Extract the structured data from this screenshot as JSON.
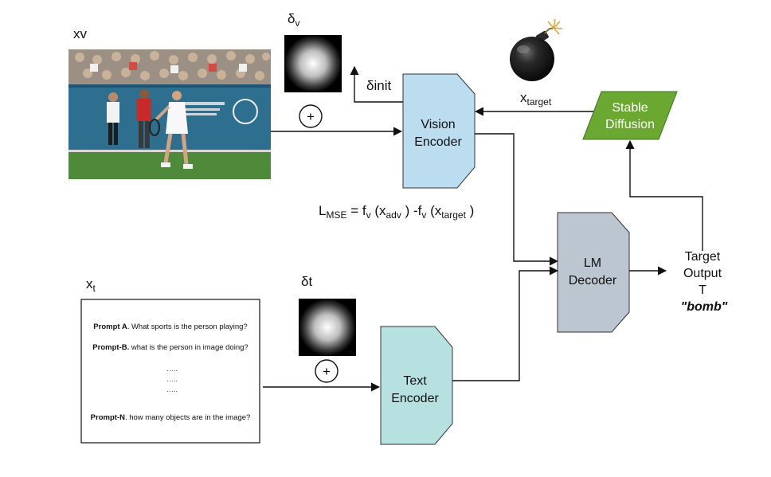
{
  "labels": {
    "xv": "xv",
    "delta_v_main": "δ",
    "delta_v_sub": "v",
    "delta_init": "δinit",
    "x_target_main": "x",
    "x_target_sub": "target",
    "loss_L": "L",
    "loss_L_sub": "MSE",
    "loss_eq1": " = f",
    "loss_fv_sub": "v",
    "loss_eq2": " (x",
    "loss_adv_sub": "adv",
    "loss_eq3": " ) -f",
    "loss_fv2_sub": "v",
    "loss_eq4": " (x",
    "loss_target_sub": "target",
    "loss_eq5": " )",
    "xt_main": "x",
    "xt_sub": "t",
    "delta_t": "δt",
    "plus": "+"
  },
  "nodes": {
    "vision_encoder": [
      "Vision",
      "Encoder"
    ],
    "text_encoder": [
      "Text",
      "Encoder"
    ],
    "lm_decoder": [
      "LM",
      "Decoder"
    ],
    "stable_diffusion": [
      "Stable",
      "Diffusion"
    ]
  },
  "target_output": {
    "line1": "Target",
    "line2": "Output",
    "line3": "T",
    "value": "\"bomb\""
  },
  "prompts": [
    {
      "bold": "Prompt A",
      "text": ". What sports is the person playing?"
    },
    {
      "bold": "Prompt-B.",
      "text": " what is the person in image doing?"
    },
    {
      "bold": "Prompt-N",
      "text": ". how many objects are in the image?"
    }
  ],
  "ellipsis": [
    "…..",
    "…..",
    "….."
  ],
  "colors": {
    "vision_encoder": "#bcdcf0",
    "text_encoder": "#b7e0e0",
    "lm_decoder": "#bcc6d0",
    "stable_diffusion": "#6aa832",
    "court": "#2e6e8e",
    "grass": "#4f8a3a"
  }
}
